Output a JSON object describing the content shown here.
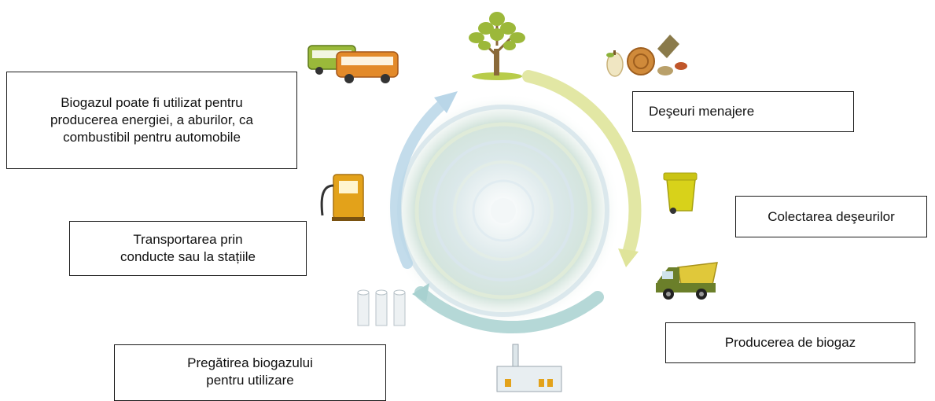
{
  "boxes": {
    "biogas_use": [
      "Biogazul poate fi utilizat pentru",
      "producerea energiei, a aburilor, ca",
      "combustibil pentru automobile"
    ],
    "household_waste": [
      "Deşeuri menajere"
    ],
    "waste_collection": [
      "Colectarea deşeurilor"
    ],
    "transport": [
      "Transportarea prin",
      "conducte sau la stațiile"
    ],
    "biogas_production": [
      "Producerea de biogaz"
    ],
    "biogas_preparation": [
      "Pregătirea biogazului",
      "pentru utilizare"
    ]
  },
  "icons": [
    "tree-icon",
    "food-waste-icon",
    "bin-icon",
    "truck-icon",
    "factory-icon",
    "tanks-icon",
    "fuel-pump-icon",
    "bus-icon"
  ],
  "colors": {
    "arrow_yellow": "#dfe49a",
    "arrow_blue": "#b9d6e8",
    "arrow_teal": "#a8d1d0",
    "bin_yellow": "#d8d21a",
    "truck_green": "#6b7f2a",
    "pump_orange": "#e3a21a"
  }
}
